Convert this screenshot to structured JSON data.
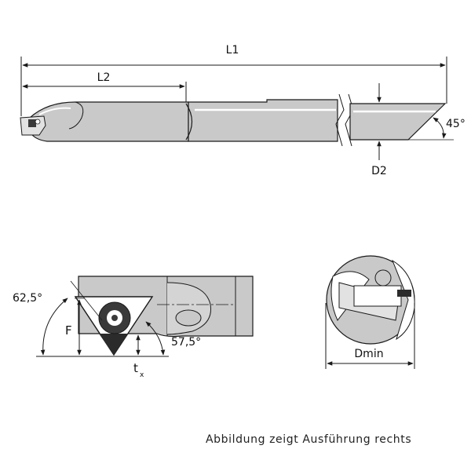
{
  "labels": {
    "l1": "L1",
    "l2": "L2",
    "angle_45": "45°",
    "d2": "D2",
    "angle_62": "62,5°",
    "f": "F",
    "angle_57": "57,5°",
    "tx_main": "t",
    "tx_sub": "x",
    "dmin": "Dmin"
  },
  "caption": "Abbildung zeigt Ausführung rechts",
  "colors": {
    "line": "#1a1a1a",
    "body": "#c9c9c9",
    "light": "#e2e2e2",
    "dark": "#3a3a3a"
  }
}
